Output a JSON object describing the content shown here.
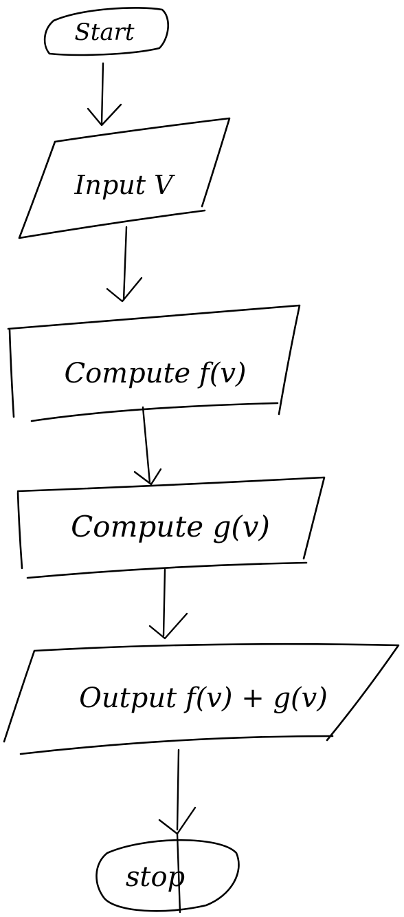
{
  "nodes": [
    {
      "id": "start",
      "shape": "terminal",
      "label": "Start"
    },
    {
      "id": "input",
      "shape": "parallelogram",
      "label": "Input V"
    },
    {
      "id": "compute-f",
      "shape": "process",
      "label": "Compute f(v)"
    },
    {
      "id": "compute-g",
      "shape": "process",
      "label": "Compute g(v)"
    },
    {
      "id": "output",
      "shape": "parallelogram",
      "label": "Output f(v) + g(v)"
    },
    {
      "id": "stop",
      "shape": "terminal",
      "label": "stop"
    }
  ],
  "edges": [
    {
      "from": "start",
      "to": "input"
    },
    {
      "from": "input",
      "to": "compute-f"
    },
    {
      "from": "compute-f",
      "to": "compute-g"
    },
    {
      "from": "compute-g",
      "to": "output"
    },
    {
      "from": "output",
      "to": "stop"
    }
  ],
  "colors": {
    "ink": "#000000",
    "background": "#ffffff"
  }
}
